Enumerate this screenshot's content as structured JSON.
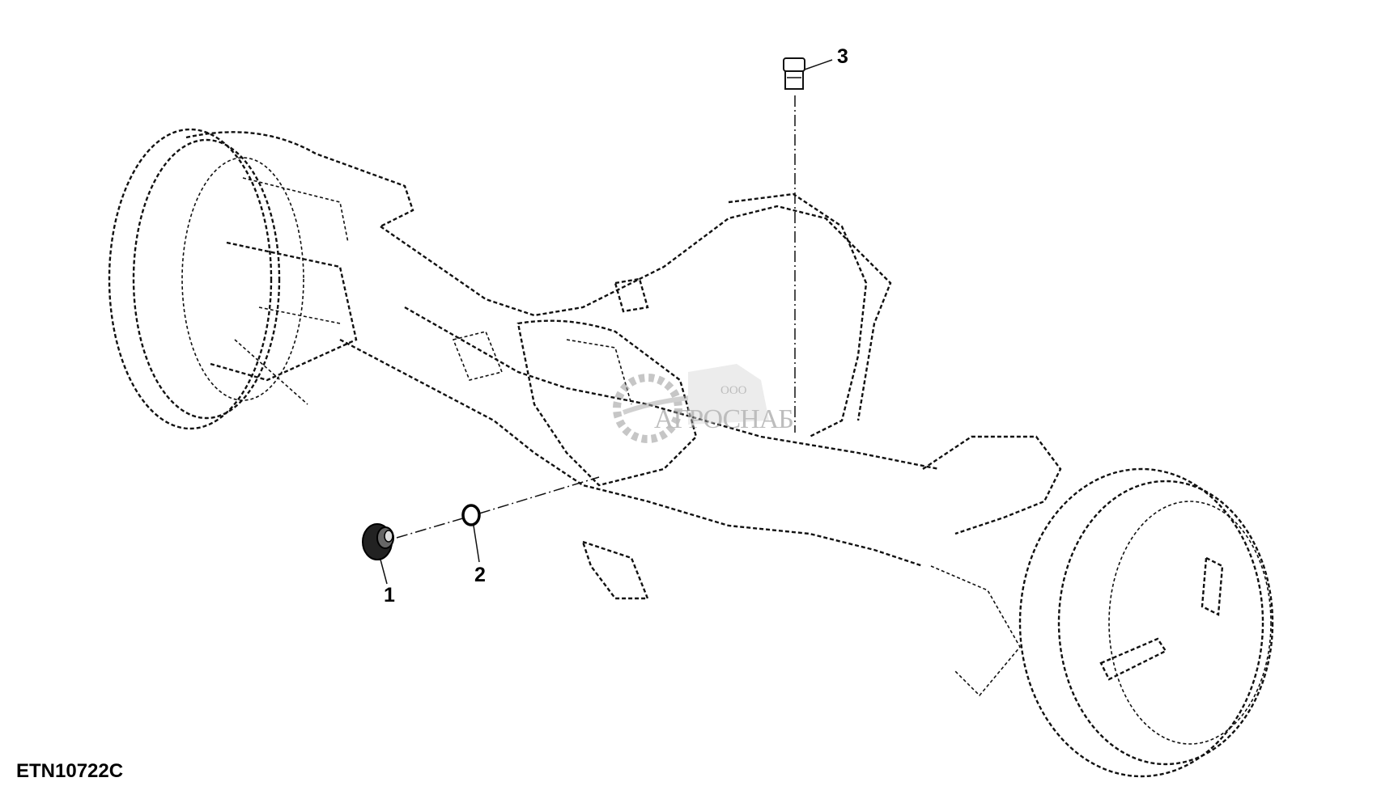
{
  "figure_id": "ETN10722C",
  "callouts": [
    {
      "number": "1"
    },
    {
      "number": "2"
    },
    {
      "number": "3"
    }
  ],
  "watermark": {
    "prefix": "ООО",
    "name": "АГРОСНАБ"
  }
}
